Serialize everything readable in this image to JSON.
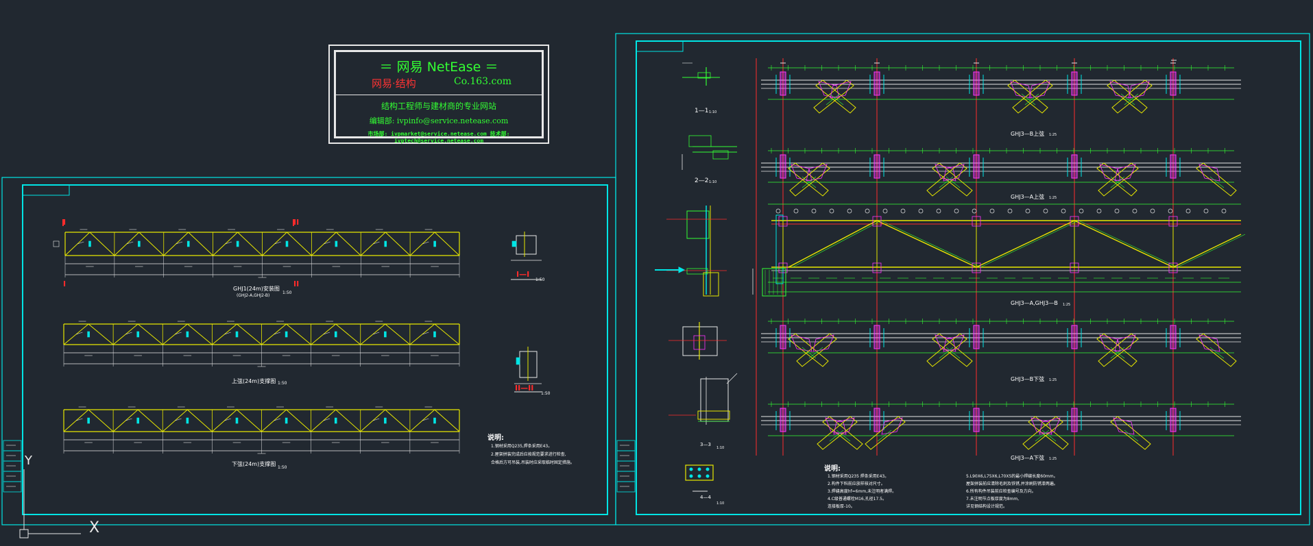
{
  "stamp": {
    "header": "＝  网易 NetEase ＝",
    "subtitle_brand": "网易·结构",
    "subtitle_site": "Co.163.com",
    "tagline": "结构工程师与建材商的专业网站",
    "editor_mail": "编辑部: ivpinfo@service.netease.com",
    "footer": "市场部: ivpmarket@service.netease.com  技术部: ivptech@service.netease.com"
  },
  "left_sheet": {
    "truss_elevation": {
      "title": "GHJ1(24m)安装图",
      "subtitle": "(GHJ2-A,GHJ2-B)",
      "scale": "1:50"
    },
    "upper_chord": {
      "title": "上弦(24m)支撑图",
      "scale": "1:50"
    },
    "lower_chord": {
      "title": "下弦(24m)支撑图",
      "scale": "1:50"
    },
    "section_1": {
      "title": "I—I",
      "scale": "1:50"
    },
    "section_2": {
      "title": "II—II",
      "scale": "1:50"
    },
    "section_marks": [
      "I",
      "II"
    ],
    "notes_title": "说明:",
    "notes": [
      "1.钢材采用Q235,焊条采用E43。",
      "2.屋架拼装完成后应按规范要求进行检查,",
      "   合格后方可吊装,吊装时应采取临时固定措施。"
    ]
  },
  "right_sheet": {
    "section_1_1": {
      "title": "1—1",
      "scale": "1:10"
    },
    "section_2_2": {
      "title": "2—2",
      "scale": "1:10"
    },
    "section_3_3": {
      "title": "3—3",
      "scale": "1:10"
    },
    "section_4_4": {
      "title": "4—4",
      "scale": "1:10"
    },
    "view_b_upper": {
      "title": "GHJ3—B上弦",
      "scale": "1:25"
    },
    "view_a_upper": {
      "title": "GHJ3—A上弦",
      "scale": "1:25"
    },
    "view_main": {
      "title": "GHJ3—A,GHJ3—B",
      "scale": "1:25"
    },
    "view_b_lower": {
      "title": "GHJ3—B下弦",
      "scale": "1:25"
    },
    "view_a_lower": {
      "title": "GHJ3—A下弦",
      "scale": "1:25"
    },
    "notes_title": "说明:",
    "notes_left": [
      "1.钢材采用Q235 焊条采用E43。",
      "2.构件下料前应放样核对尺寸。",
      "3.焊缝高度hf=6mm,未注明者满焊。",
      "4.C级普通螺栓M16,孔径17.5。",
      "   连接板厚-10。"
    ],
    "notes_right": [
      "5.L90X6,L75X6,L70X5的最小焊缝长度60mm。",
      "  屋架拼装前应清除毛刺及铁锈,并涂刷防锈漆两遍。",
      "6.所有构件吊装前应检查编号及方向。",
      "7.未注明节点板厚度为8mm,",
      "  详见钢结构设计规范。"
    ]
  },
  "ucs": {
    "x_axis": "X",
    "y_axis": "Y"
  },
  "colors": {
    "background": "#212830",
    "frame": "#00e5e5",
    "truss": "#e8e800",
    "dimension": "#33ff33",
    "axis_red": "#ff2b2b",
    "plate_magenta": "#ff33ff",
    "line_white": "#e8e8e8"
  }
}
